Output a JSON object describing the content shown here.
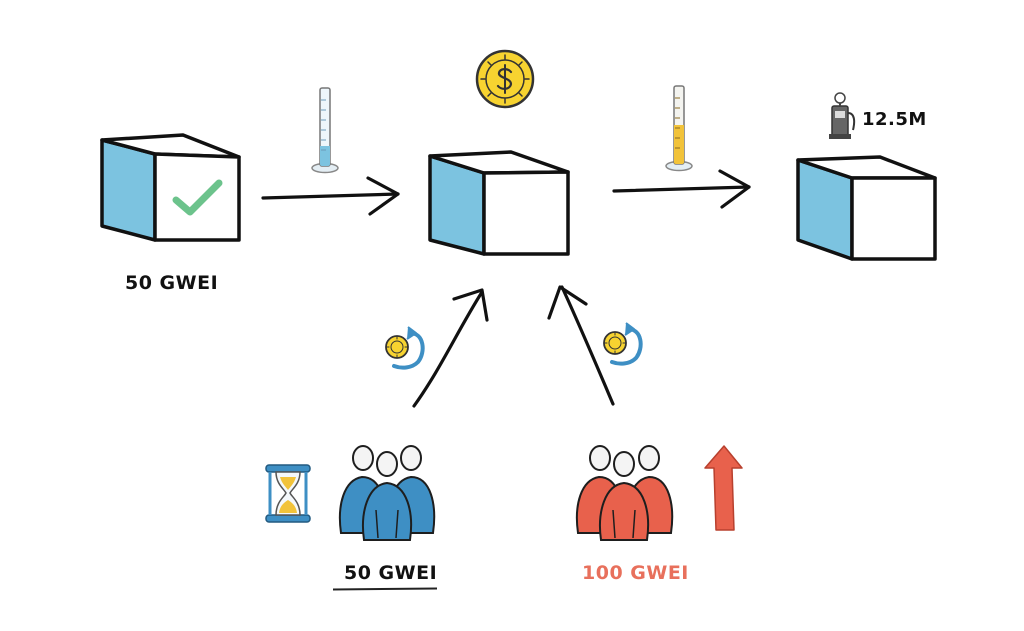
{
  "colors": {
    "accent_blue": "#7cc3e0",
    "crowd_blue": "#3e8fc4",
    "crowd_red": "#e8614c",
    "red_text": "#e8705c",
    "check_green": "#6cc38c",
    "coin_yellow": "#f7d330",
    "gauge_yellow": "#f2c33a",
    "ink": "#111111"
  },
  "blocks": {
    "left_gas_price": "50 GWEI",
    "right_gas_used": "12.5M"
  },
  "crowds": {
    "waiting_tip": "50 GWEI",
    "priority_tip": "100 GWEI"
  },
  "gauges": {
    "first_fill": 0.25,
    "second_fill": 0.5
  },
  "icons": [
    "checkmark-icon",
    "measuring-cylinder-icon",
    "coin-icon",
    "gas-pump-icon",
    "coin-refund-icon",
    "hourglass-icon",
    "up-arrow-icon"
  ]
}
